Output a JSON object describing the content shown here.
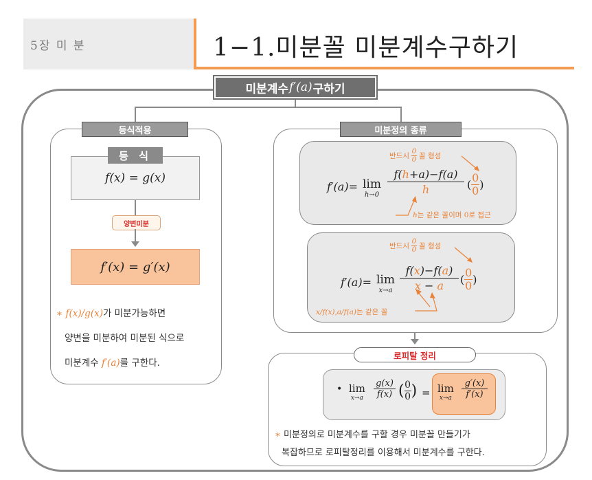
{
  "header": {
    "chapter": "5장 미 분",
    "title": "1−1.미분꼴 미분계수구하기"
  },
  "main_tag": {
    "prefix": "미분계수",
    "math": "f′(a)",
    "suffix": "구하기"
  },
  "left": {
    "tag": "등식적용",
    "box_tag": "등 식",
    "equation": "f(x) = g(x)",
    "badge": "양변미분",
    "result": "f′(x) = g′(x)",
    "note_star": "∗",
    "note_math1": "f(x)/g(x)",
    "note_line1_rest": "가 미분가능하면",
    "note_line2": "양변을 미분하여 미분된 식으로",
    "note_line3_pre": "미분계수",
    "note_math2": "f′(a)",
    "note_line3_post": "를 구한다."
  },
  "right": {
    "tag": "미분정의 종류",
    "formula1": {
      "lhs": "f′(a)=",
      "lim": "lim",
      "sub": "h→0",
      "num_pre": "f(",
      "num_h": "h",
      "num_post": "+a)−f(a)",
      "den": "h",
      "frac_num": "0",
      "frac_den": "0",
      "note_top_pre": "반드시",
      "note_top_num": "0",
      "note_top_den": "0",
      "note_top_post": "꼴 형성",
      "note_bottom_math": "h",
      "note_bottom_text": "는 같은 꼴이며 0로 접근"
    },
    "formula2": {
      "lhs": "f′(a)=",
      "lim": "lim",
      "sub": "x→a",
      "num_pre": "f(",
      "num_x": "x",
      "num_mid": ")−f(",
      "num_a": "a",
      "num_post": ")",
      "den_x": "x",
      "den_mid": " − ",
      "den_a": "a",
      "frac_num": "0",
      "frac_den": "0",
      "note_top_pre": "반드시",
      "note_top_num": "0",
      "note_top_den": "0",
      "note_top_post": "꼴 형성",
      "note_bottom_math": "x/f(x),a/f(a)",
      "note_bottom_text": "는 같은 꼴"
    }
  },
  "bottom": {
    "tag": "로피탈 정리",
    "bullet": "•",
    "lim": "lim",
    "sub": "x→a",
    "lhs_num": "g(x)",
    "lhs_den": "f(x)",
    "paren_num": "0",
    "paren_den": "0",
    "equals": "=",
    "rhs_num": "g′(x)",
    "rhs_den": "f′(x)",
    "note_star": "∗",
    "note_line1": "미분정의로 미분계수를 구할 경우 미분꼴 만들기가",
    "note_line2": "복잡하므로 로피탈정리를 이용해서 미분계수를 구한다."
  },
  "colors": {
    "accent_orange": "#f39a53",
    "highlight_peach": "#f9c39c",
    "badge_red": "#d92b2b",
    "frame_gray": "#8a8a8a"
  }
}
